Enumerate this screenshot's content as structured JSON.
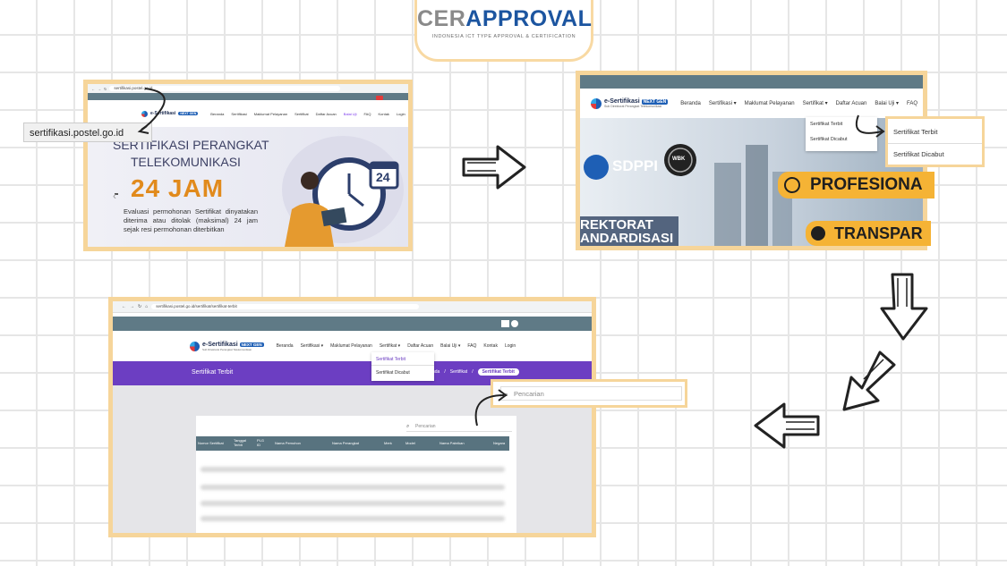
{
  "logo": {
    "part1": "CER",
    "part2": "APPR",
    "part3": "O",
    "part4": "VAL",
    "subtitle": "INDONESIA ICT TYPE APPROVAL & CERTIFICATION"
  },
  "frame1": {
    "url": "sertifikasi.postel.go.id",
    "nav": [
      "Beranda",
      "Sertifikasi",
      "Maklumat Pelayanan",
      "Sertifikat",
      "Daftar Acuan",
      "Balai Uji",
      "FAQ",
      "Kontak",
      "Login"
    ],
    "hero_line1": "SERTIFIKASI PERANGKAT",
    "hero_line2": "TELEKOMUNIKASI",
    "hero_big": "24 JAM",
    "hero_desc": "Evaluasi permohonan Sertifikat dinyatakan diterima atau ditolak (maksimal) 24 jam sejak resi permohonan diterbitkan",
    "calendar_number": "24",
    "url_callout": "sertifikasi.postel.go.id"
  },
  "frame2": {
    "brand": "e-Sertifikasi",
    "brand_tag": "NEXT GEN",
    "brand_sub": "Sub Direktorat Perangkat Telekomunikasi",
    "nav": [
      "Beranda",
      "Sertifikasi ▾",
      "Maklumat Pelayanan",
      "Sertifikat ▾",
      "Daftar Acuan",
      "Balai Uji ▾",
      "FAQ"
    ],
    "dropdown": [
      "Sertifikat Terbit",
      "Sertifikat Dicabut"
    ],
    "sdppi": "SDPPI",
    "wbk": "WBK",
    "banner_line1": "REKTORAT",
    "banner_line2": "ANDARDISASI",
    "badge1": "PROFESIONA",
    "badge2": "TRANSPAR",
    "callout_items": [
      "Sertifikat Terbit",
      "Sertifikat Dicabut"
    ]
  },
  "frame3": {
    "url": "sertifikasi.postel.go.id/sertifikat/sertifikat-terbit",
    "brand": "e-Sertifikasi",
    "brand_tag": "NEXT GEN",
    "brand_sub": "Sub Direktorat Perangkat Telekomunikasi",
    "nav": [
      "Beranda",
      "Sertifikasi ▾",
      "Maklumat Pelayanan",
      "Sertifikat ▾",
      "Daftar Acuan",
      "Balai Uji ▾",
      "FAQ",
      "Kontak",
      "Login"
    ],
    "page_title": "Sertifikat Terbit",
    "breadcrumb": [
      "nda",
      "Sertifikat",
      "Sertifikat Terbit"
    ],
    "dropdown": [
      "Sertifikat Terbit",
      "Sertifikat Dicabut"
    ],
    "search_placeholder": "Pencarian",
    "table_headers": [
      "Nomor Sertifikat",
      "Tanggal Terbit",
      "PLG ID",
      "Nama Pemohon",
      "Nama Perangkat",
      "Merk",
      "Model",
      "Nama Pabrikan",
      "Negara"
    ],
    "search_callout": "Pencarian"
  },
  "colors": {
    "frame_border": "#f6d59a",
    "purple": "#6c3ec2",
    "slate": "#5f7a86",
    "orange": "#e18a1c",
    "badge": "#f5b335"
  }
}
